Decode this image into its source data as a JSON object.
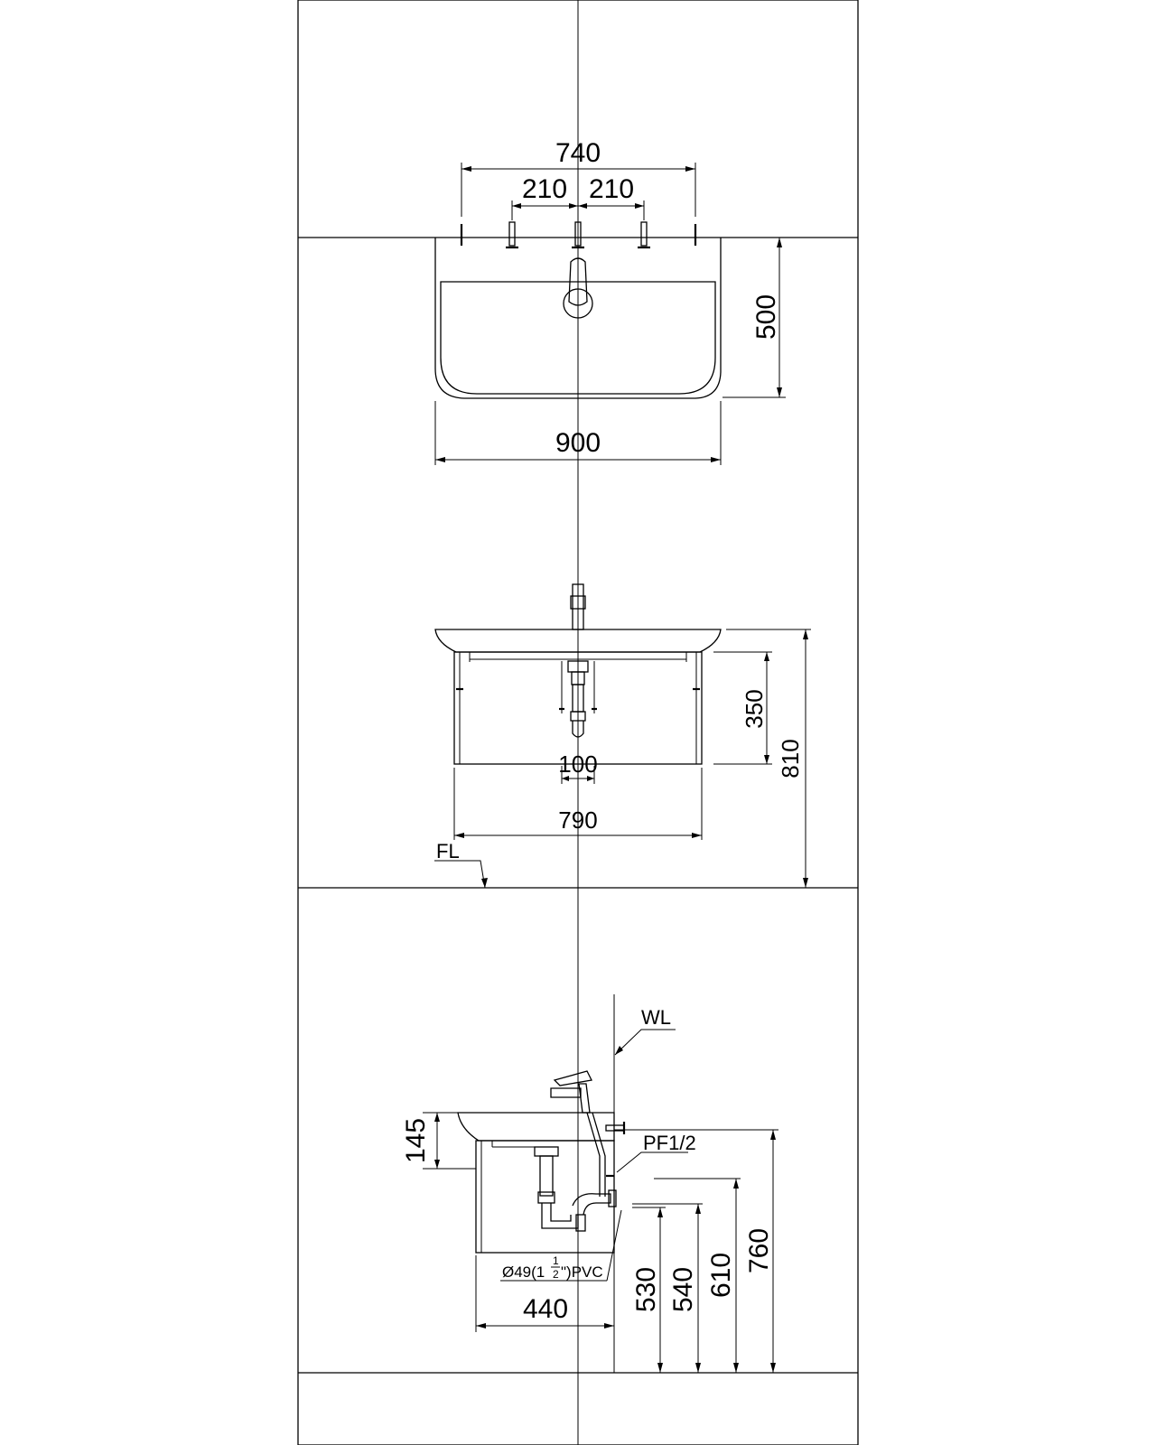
{
  "top_view": {
    "dim_overall_holes": "740",
    "dim_left_hole": "210",
    "dim_right_hole": "210",
    "dim_depth": "500",
    "dim_width": "900"
  },
  "front_view": {
    "dim_cabinet_height": "350",
    "dim_total_height": "810",
    "dim_drain_spacing": "100",
    "dim_cabinet_width": "790",
    "floor_label": "FL"
  },
  "side_view": {
    "wall_label": "WL",
    "dim_basin_height": "145",
    "supply_label": "PF1/2",
    "drain_label_prefix": "Ø49(1",
    "drain_label_num": "1",
    "drain_label_den": "2",
    "drain_label_suffix": "\")PVC",
    "dim_depth": "440",
    "dim_h530": "530",
    "dim_h540": "540",
    "dim_h610": "610",
    "dim_h760": "760"
  }
}
